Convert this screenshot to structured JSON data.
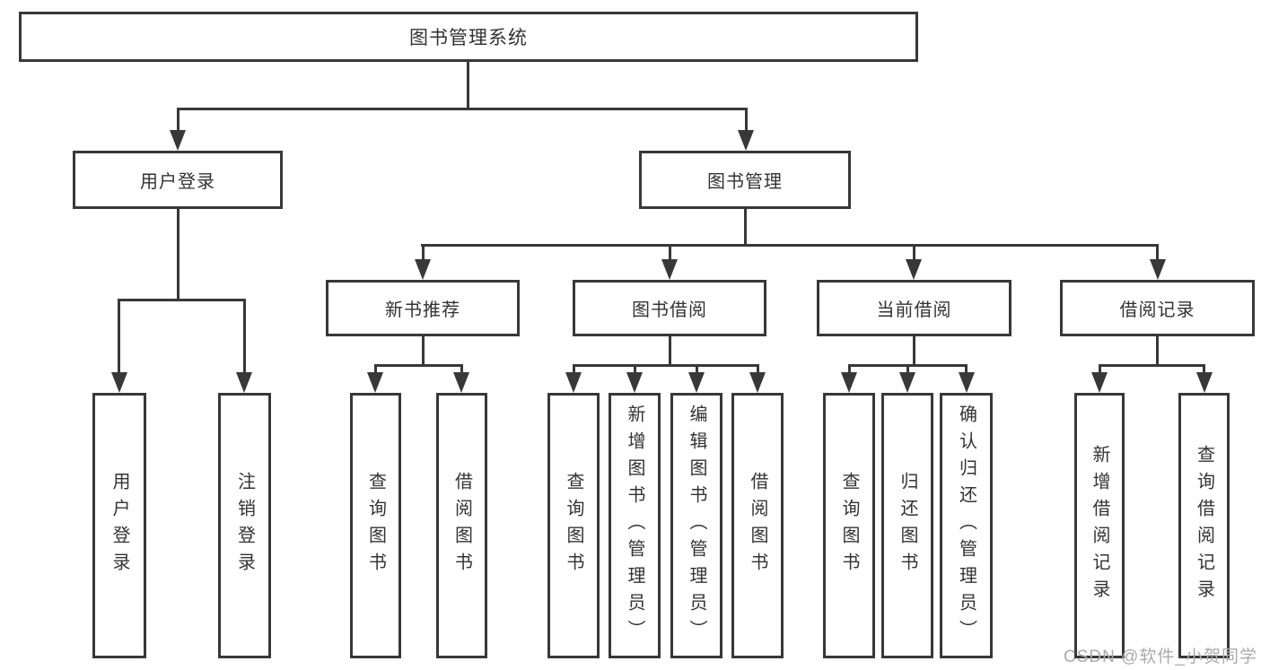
{
  "diagram": {
    "root": {
      "label": "图书管理系统"
    },
    "user_login": {
      "label": "用户登录",
      "children": [
        "用户登录",
        "注销登录"
      ]
    },
    "book_mgmt": {
      "label": "图书管理",
      "children": [
        {
          "label": "新书推荐",
          "children": [
            "查询图书",
            "借阅图书"
          ]
        },
        {
          "label": "图书借阅",
          "children": [
            "查询图书",
            "新增图书（管理员）",
            "编辑图书（管理员）",
            "借阅图书"
          ]
        },
        {
          "label": "当前借阅",
          "children": [
            "查询图书",
            "归还图书",
            "确认归还（管理员）"
          ]
        },
        {
          "label": "借阅记录",
          "children": [
            "新增借阅记录",
            "查询借阅记录"
          ]
        }
      ]
    }
  },
  "watermark": "CSDN @软件_小贺同学",
  "colors": {
    "line": "#383838",
    "text": "#333333",
    "background": "#ffffff",
    "watermark": "#ababab"
  }
}
